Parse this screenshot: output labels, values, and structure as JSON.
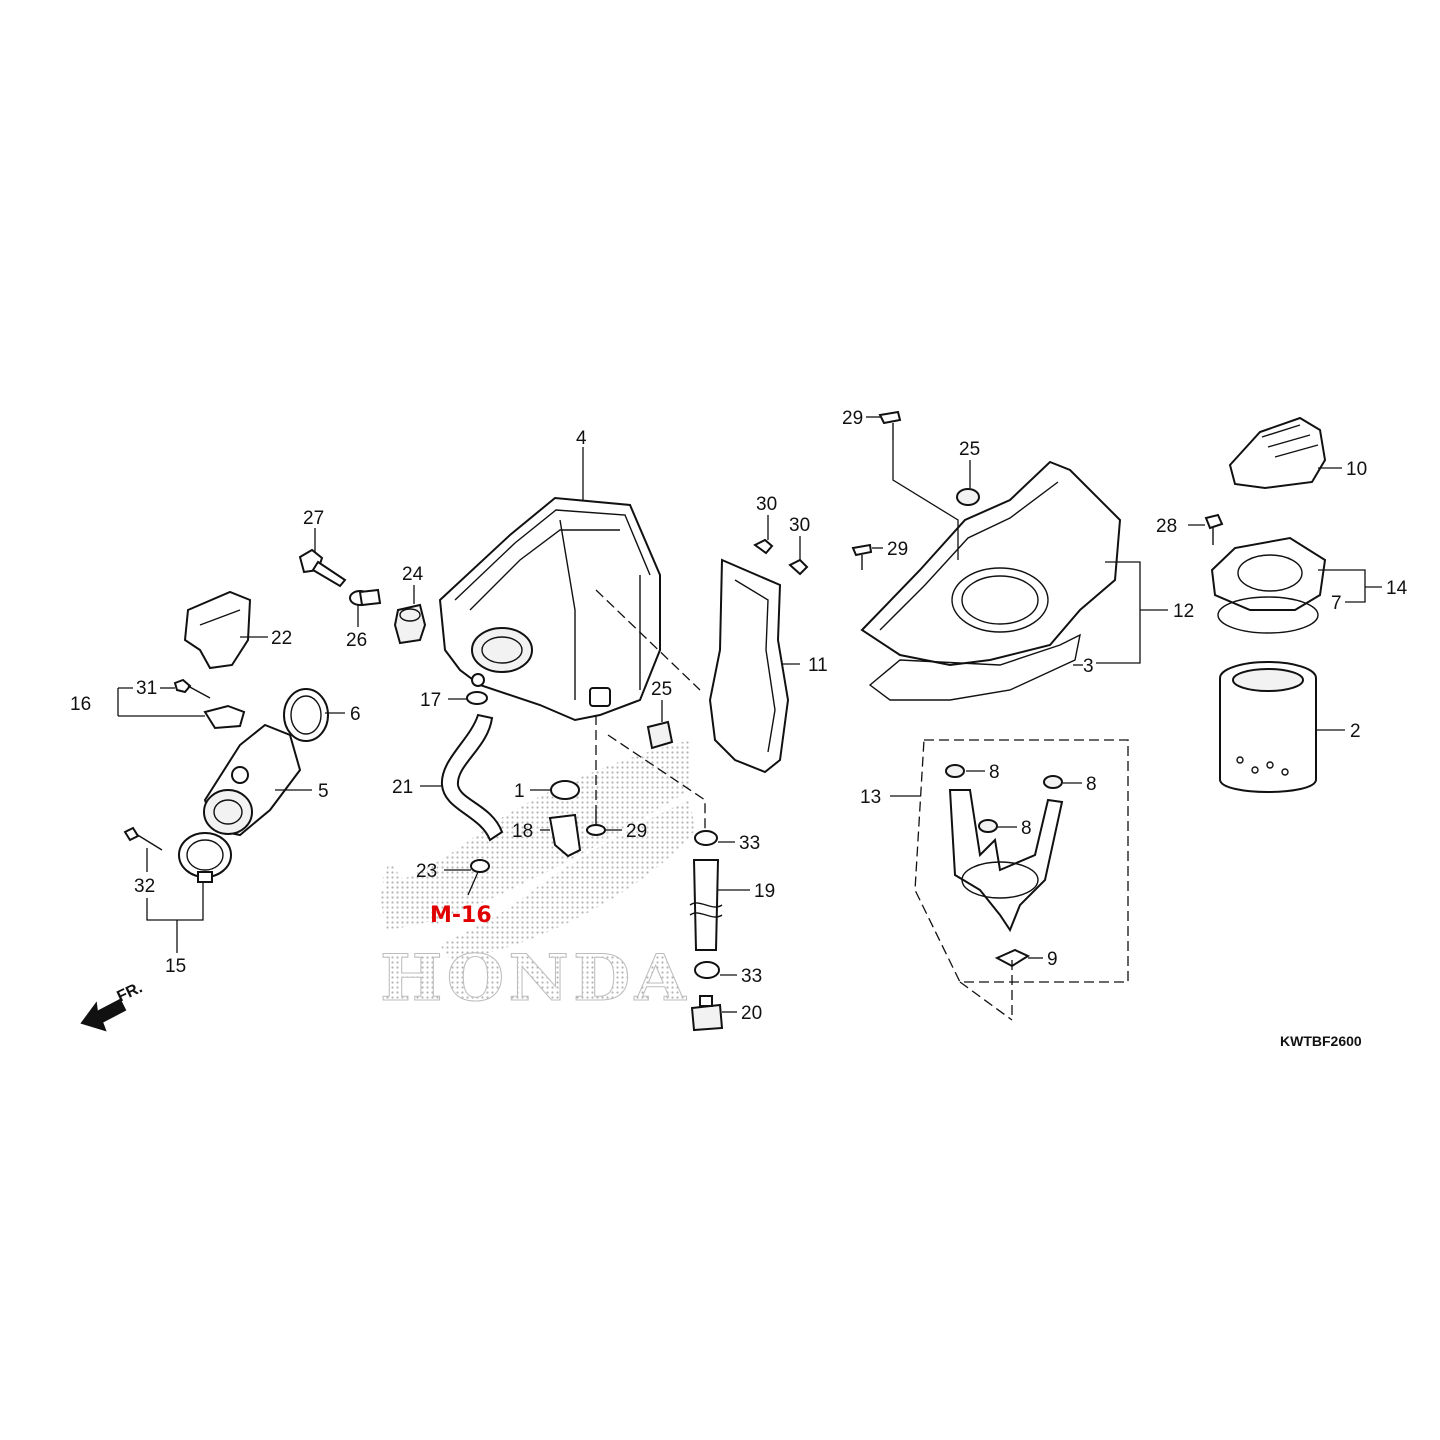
{
  "diagram": {
    "reference_code": "M-16",
    "reference_color": "#e00000",
    "drawing_code": "KWTBF2600",
    "direction_label": "FR.",
    "watermark_text": "HONDA",
    "watermark_color": "#c8c8c8",
    "callouts": [
      {
        "id": "c4",
        "label": "4"
      },
      {
        "id": "c27",
        "label": "27"
      },
      {
        "id": "c24",
        "label": "24"
      },
      {
        "id": "c26",
        "label": "26"
      },
      {
        "id": "c22",
        "label": "22"
      },
      {
        "id": "c31",
        "label": "31"
      },
      {
        "id": "c16",
        "label": "16"
      },
      {
        "id": "c6",
        "label": "6"
      },
      {
        "id": "c5",
        "label": "5"
      },
      {
        "id": "c32",
        "label": "32"
      },
      {
        "id": "c15",
        "label": "15"
      },
      {
        "id": "c17",
        "label": "17"
      },
      {
        "id": "c21",
        "label": "21"
      },
      {
        "id": "c1",
        "label": "1"
      },
      {
        "id": "c18",
        "label": "18"
      },
      {
        "id": "c29a",
        "label": "29"
      },
      {
        "id": "c23",
        "label": "23"
      },
      {
        "id": "c25a",
        "label": "25"
      },
      {
        "id": "c30a",
        "label": "30"
      },
      {
        "id": "c30b",
        "label": "30"
      },
      {
        "id": "c11",
        "label": "11"
      },
      {
        "id": "c33a",
        "label": "33"
      },
      {
        "id": "c19",
        "label": "19"
      },
      {
        "id": "c33b",
        "label": "33"
      },
      {
        "id": "c20",
        "label": "20"
      },
      {
        "id": "c29b",
        "label": "29"
      },
      {
        "id": "c29c",
        "label": "29"
      },
      {
        "id": "c25b",
        "label": "25"
      },
      {
        "id": "c12",
        "label": "12"
      },
      {
        "id": "c3",
        "label": "3"
      },
      {
        "id": "c10",
        "label": "10"
      },
      {
        "id": "c28",
        "label": "28"
      },
      {
        "id": "c14",
        "label": "14"
      },
      {
        "id": "c7",
        "label": "7"
      },
      {
        "id": "c2",
        "label": "2"
      },
      {
        "id": "c13",
        "label": "13"
      },
      {
        "id": "c8a",
        "label": "8"
      },
      {
        "id": "c8b",
        "label": "8"
      },
      {
        "id": "c8c",
        "label": "8"
      },
      {
        "id": "c9",
        "label": "9"
      }
    ]
  }
}
